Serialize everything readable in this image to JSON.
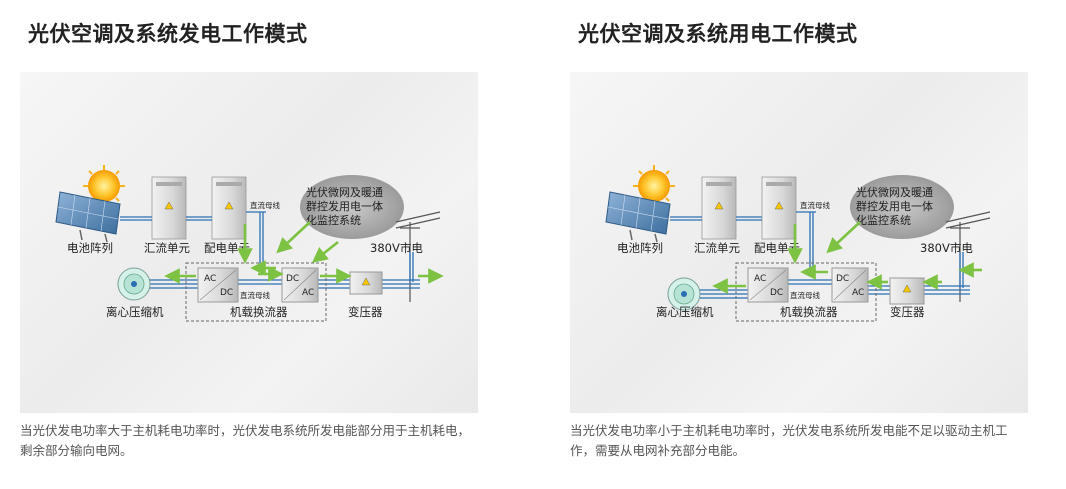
{
  "panels": [
    {
      "title": "光伏空调及系统发电工作模式",
      "caption": "当光伏发电功率大于主机耗电功率时，光伏发电系统所发电能部分用于主机耗电，剩余部分输向电网。",
      "labels": {
        "pv_array": "电池阵列",
        "combiner": "汇流单元",
        "distribution": "配电单元",
        "dc_bus_top": "直流母线",
        "monitor_line1": "光伏微网及暖通",
        "monitor_line2": "群控发用电一体",
        "monitor_line3": "化监控系统",
        "grid": "380V市电",
        "compressor": "离心压缩机",
        "ac": "AC",
        "dc": "DC",
        "dc_bus_mid": "直流母线",
        "converter": "机载换流器",
        "transformer": "变压器"
      }
    },
    {
      "title": "光伏空调及系统用电工作模式",
      "caption": "当光伏发电功率小于主机耗电功率时，光伏发电系统所发电能不足以驱动主机工作，需要从电网补充部分电能。",
      "labels": {
        "pv_array": "电池阵列",
        "combiner": "汇流单元",
        "distribution": "配电单元",
        "dc_bus_top": "直流母线",
        "monitor_line1": "光伏微网及暖通",
        "monitor_line2": "群控发用电一体",
        "monitor_line3": "化监控系统",
        "grid": "380V市电",
        "compressor": "离心压缩机",
        "ac": "AC",
        "dc": "DC",
        "dc_bus_mid": "直流母线",
        "converter": "机载换流器",
        "transformer": "变压器"
      }
    }
  ],
  "colors": {
    "wire": "#2b6fb3",
    "arrow": "#7dc242",
    "cabinet": "#d9d9d9"
  }
}
